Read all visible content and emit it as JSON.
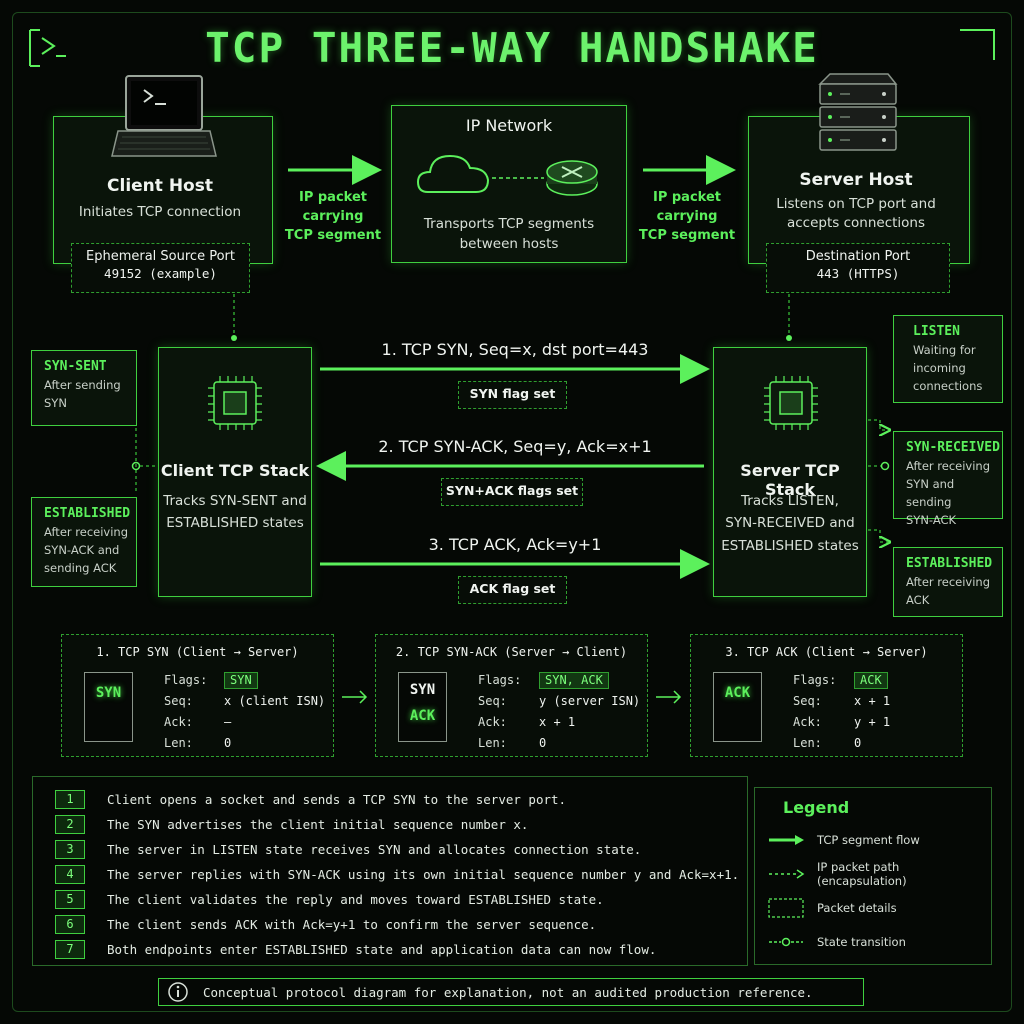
{
  "title": "TCP THREE-WAY HANDSHAKE",
  "client_host": {
    "label": "Client Host",
    "desc": "Initiates TCP connection",
    "port_title": "Ephemeral Source Port",
    "port_value": "49152 (example)"
  },
  "server_host": {
    "label": "Server Host",
    "desc_1": "Listens on TCP port and",
    "desc_2": "accepts connections",
    "port_title": "Destination Port",
    "port_value": "443 (HTTPS)"
  },
  "network": {
    "label": "IP Network",
    "desc_1": "Transports TCP segments",
    "desc_2": "between hosts"
  },
  "packet_label": {
    "l1": "IP packet",
    "l2": "carrying",
    "l3": "TCP segment"
  },
  "client_stack": {
    "label": "Client TCP Stack",
    "desc_1": "Tracks SYN-SENT and",
    "desc_2": "ESTABLISHED states"
  },
  "server_stack": {
    "label": "Server TCP Stack",
    "desc_1": "Tracks LISTEN,",
    "desc_2": "SYN-RECEIVED and",
    "desc_3": "ESTABLISHED states"
  },
  "client_states": [
    {
      "name": "SYN-SENT",
      "lines": [
        "After sending",
        "SYN"
      ]
    },
    {
      "name": "ESTABLISHED",
      "lines": [
        "After receiving",
        "SYN-ACK and",
        "sending ACK"
      ]
    }
  ],
  "server_states": [
    {
      "name": "LISTEN",
      "lines": [
        "Waiting for",
        "incoming",
        "connections"
      ]
    },
    {
      "name": "SYN-RECEIVED",
      "lines": [
        "After receiving",
        "SYN and sending",
        "SYN-ACK"
      ]
    },
    {
      "name": "ESTABLISHED",
      "lines": [
        "After receiving",
        "ACK"
      ]
    }
  ],
  "messages": [
    {
      "text": "1. TCP SYN, Seq=x, dst port=443",
      "flag": "SYN flag set"
    },
    {
      "text": "2. TCP SYN-ACK, Seq=y, Ack=x+1",
      "flag": "SYN+ACK flags set"
    },
    {
      "text": "3. TCP ACK, Ack=y+1",
      "flag": "ACK flag set"
    }
  ],
  "cards": [
    {
      "title": "1. TCP SYN (Client → Server)",
      "icon": [
        "SYN"
      ],
      "flags": "SYN",
      "seq": "x (client ISN)",
      "ack": "–",
      "len": "0"
    },
    {
      "title": "2. TCP SYN-ACK (Server → Client)",
      "icon": [
        "SYN",
        "ACK"
      ],
      "flags": "SYN, ACK",
      "seq": "y (server ISN)",
      "ack": "x + 1",
      "len": "0"
    },
    {
      "title": "3. TCP ACK (Client → Server)",
      "icon": [
        "ACK"
      ],
      "flags": "ACK",
      "seq": "x + 1",
      "ack": "y + 1",
      "len": "0"
    }
  ],
  "field_labels": {
    "flags": "Flags:",
    "seq": "Seq:",
    "ack": "Ack:",
    "len": "Len:"
  },
  "steps": [
    {
      "n": "1",
      "text": "Client opens a socket and sends a TCP SYN to the server port."
    },
    {
      "n": "2",
      "text": "The SYN advertises the client initial sequence number x."
    },
    {
      "n": "3",
      "text": "The server in LISTEN state receives SYN and allocates connection state."
    },
    {
      "n": "4",
      "text": "The server replies with SYN-ACK using its own initial sequence number y and Ack=x+1."
    },
    {
      "n": "5",
      "text": "The client validates the reply and moves toward ESTABLISHED state."
    },
    {
      "n": "6",
      "text": "The client sends ACK with Ack=y+1 to confirm the server sequence."
    },
    {
      "n": "7",
      "text": "Both endpoints enter ESTABLISHED state and application data can now flow."
    }
  ],
  "legend": {
    "title": "Legend",
    "items": [
      "TCP segment flow",
      "IP packet path (encapsulation)",
      "Packet details",
      "State transition"
    ]
  },
  "footer": "Conceptual protocol diagram for explanation, not an audited production reference.",
  "colors": {
    "accent": "#5cf05c",
    "border": "#3fcf3f",
    "background": "#050805"
  },
  "icons": [
    "terminal-icon",
    "laptop-icon",
    "cloud-icon",
    "router-icon",
    "server-icon",
    "chip-icon",
    "info-icon"
  ]
}
